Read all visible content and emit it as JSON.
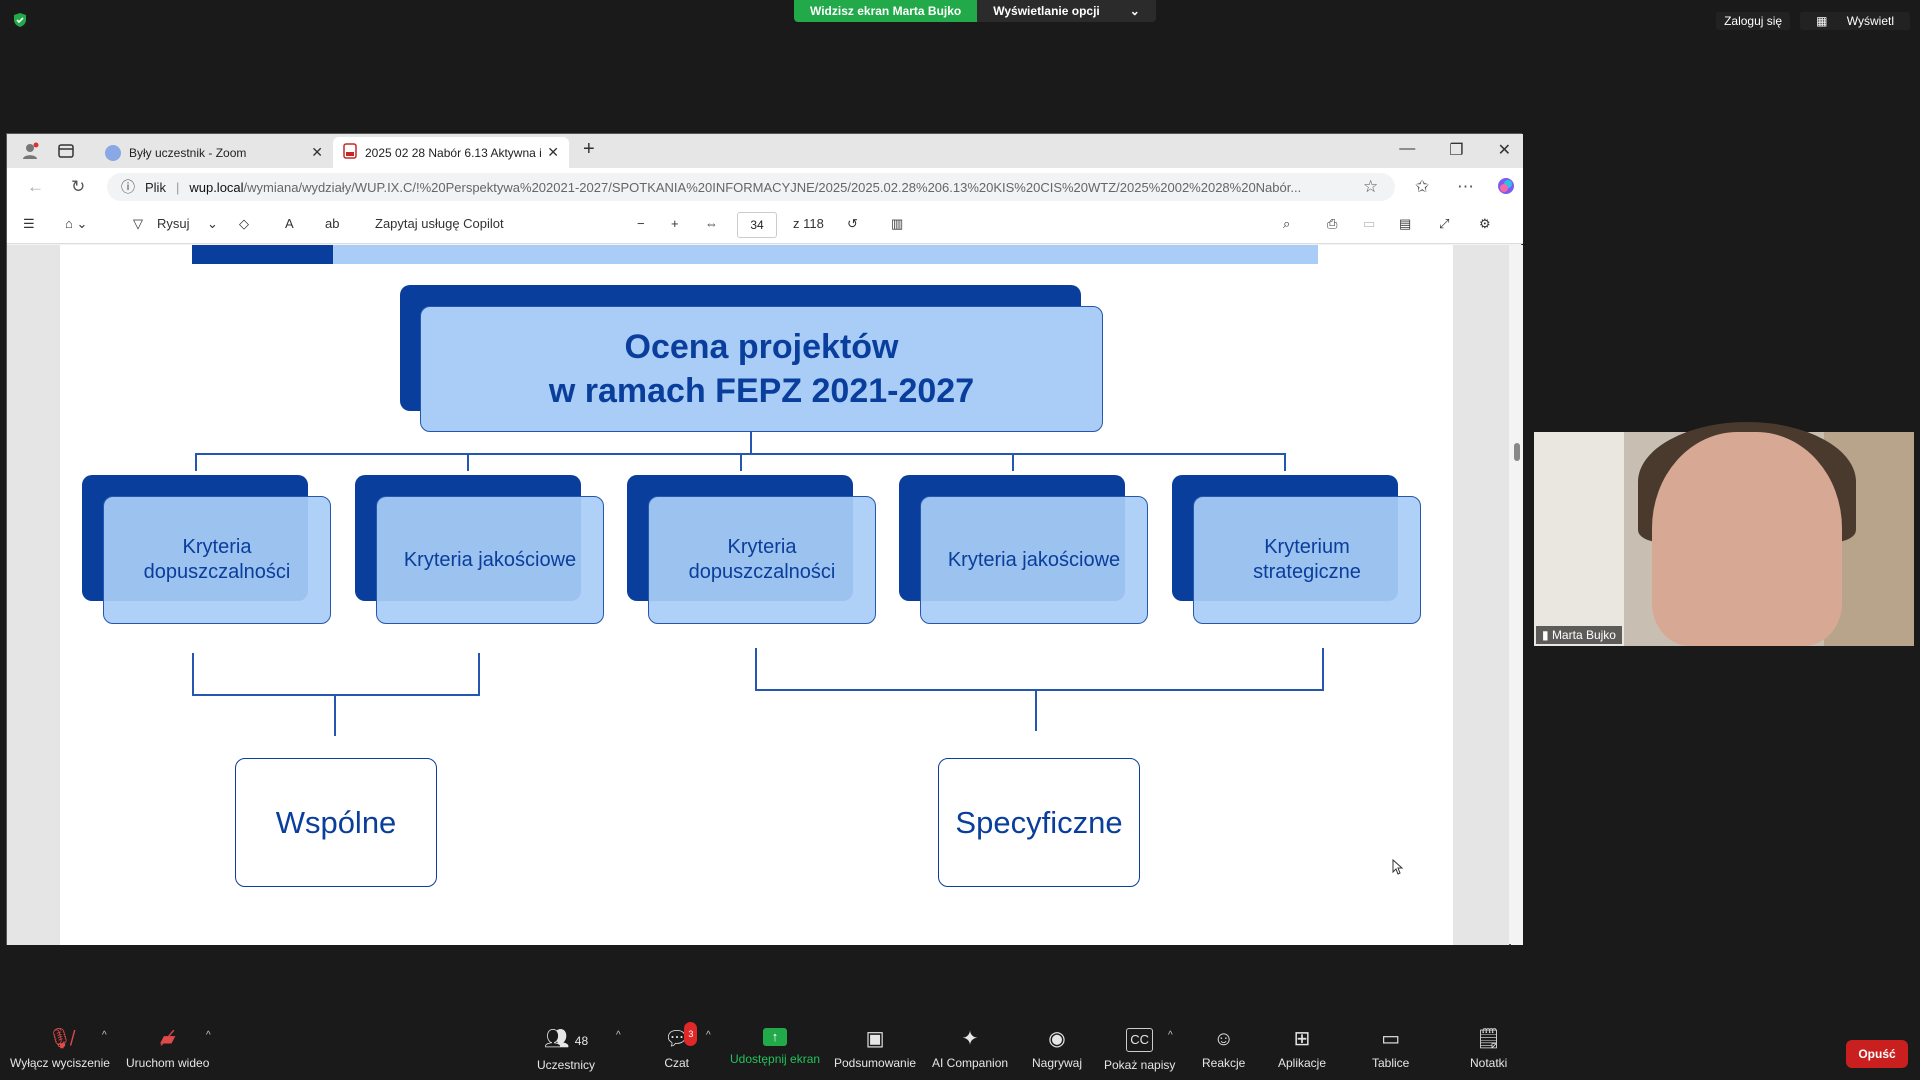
{
  "zoom": {
    "share_banner": "Widzisz ekran Marta Bujko",
    "view_options": "Wyświetlanie opcji",
    "login": "Zaloguj się",
    "view": "Wyświetl",
    "leave": "Opuść"
  },
  "browser": {
    "tabs": [
      {
        "label": "Były uczestnik - Zoom"
      },
      {
        "label": "2025 02 28 Nabór 6.13 Aktywna i"
      }
    ],
    "address": {
      "scheme_label": "Plik",
      "host": "wup.local",
      "path": "/wymiana/wydziały/WUP.IX.C/!%20Perspektywa%202021-2027/SPOTKANIA%20INFORMACYJNE/2025/2025.02.28%206.13%20KIS%20CIS%20WTZ/2025%2002%2028%20Nabór..."
    },
    "pdf_toolbar": {
      "draw_label": "Rysuj",
      "copilot_label": "Zapytaj usługę Copilot",
      "page_current": "34",
      "page_total": "z 118"
    }
  },
  "slide": {
    "title_line1": "Ocena projektów",
    "title_line2": "w ramach FEPZ 2021-2027",
    "criteria": [
      {
        "line1": "Kryteria",
        "line2": "dopuszczalności"
      },
      {
        "line1": "Kryteria jakościowe",
        "line2": ""
      },
      {
        "line1": "Kryteria",
        "line2": "dopuszczalności"
      },
      {
        "line1": "Kryteria jakościowe",
        "line2": ""
      },
      {
        "line1": "Kryterium",
        "line2": "strategiczne"
      }
    ],
    "group_common": "Wspólne",
    "group_specific": "Specyficzne"
  },
  "video": {
    "participant_name": "Marta Bujko"
  },
  "toolbar": {
    "mute": "Wyłącz wyciszenie",
    "video": "Uruchom wideo",
    "participants": "Uczestnicy",
    "participants_count": "48",
    "chat": "Czat",
    "chat_badge": "3",
    "share": "Udostępnij ekran",
    "summary": "Podsumowanie",
    "ai": "AI Companion",
    "record": "Nagrywaj",
    "captions": "Pokaż napisy",
    "reactions": "Reakcje",
    "apps": "Aplikacje",
    "whiteboards": "Tablice",
    "notes": "Notatki"
  },
  "colors": {
    "dark_blue": "#0a3e9c",
    "light_blue": "#a9cdf6",
    "zoom_green": "#22a94a",
    "leave_red": "#c91f1f"
  }
}
